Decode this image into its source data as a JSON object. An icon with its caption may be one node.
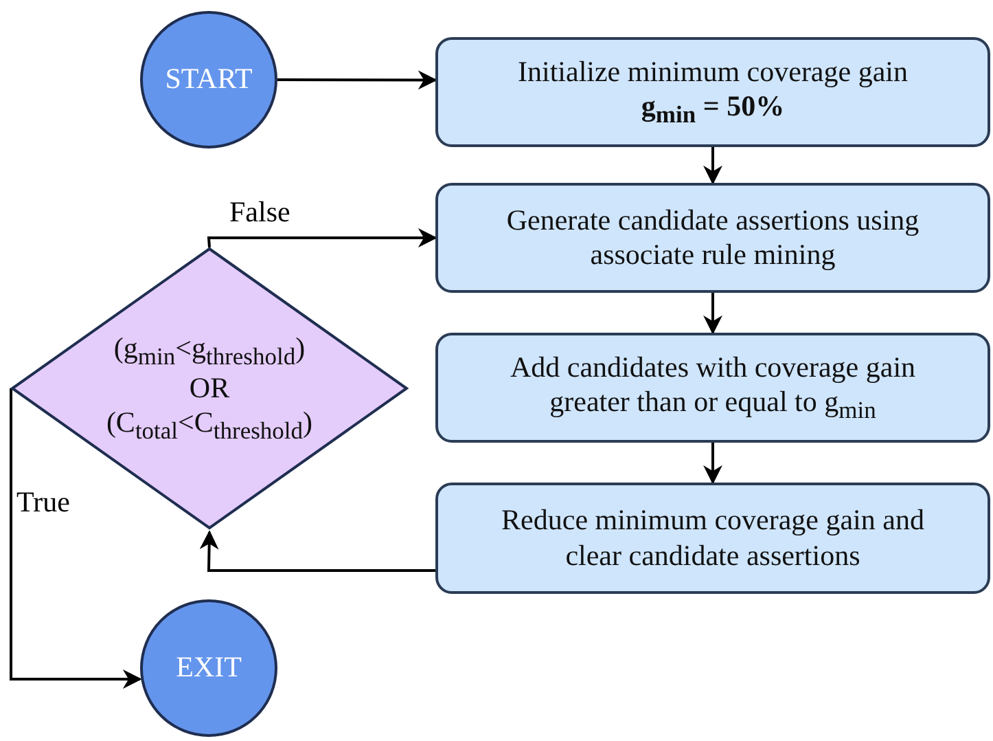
{
  "diagram": {
    "nodes": [
      {
        "text": [
          "START"
        ]
      },
      {
        "text": [
          "Initialize minimum coverage gain",
          "g$_{min}$ = 50%"
        ]
      },
      {
        "text": [
          "Generate candidate assertions using associate rule mining"
        ]
      },
      {
        "text": [
          "Add candidates with coverage gain greater than or equal to g$_{min}$"
        ]
      },
      {
        "text": [
          "Reduce minimum coverage gain and clear candidate assertions"
        ]
      },
      {
        "text": [
          "(g$_{min}$<g$_{threshold}$)",
          "OR",
          "(C$_{total}$<C$_{threshold}$)"
        ]
      },
      {
        "text": [
          "EXIT"
        ]
      }
    ],
    "edges": [
      {
        "from": 0,
        "to": 1,
        "arrow": "to"
      },
      {
        "from": 1,
        "to": 2,
        "arrow": "to"
      },
      {
        "from": 2,
        "to": 3,
        "arrow": "to"
      },
      {
        "from": 3,
        "to": 4,
        "arrow": "to"
      },
      {
        "from": 4,
        "to": 5,
        "arrow": "to"
      },
      {
        "from": 5,
        "to": 2,
        "arrow": "to",
        "label": "False"
      },
      {
        "from": 5,
        "to": 6,
        "arrow": "to",
        "label": "True"
      }
    ]
  }
}
